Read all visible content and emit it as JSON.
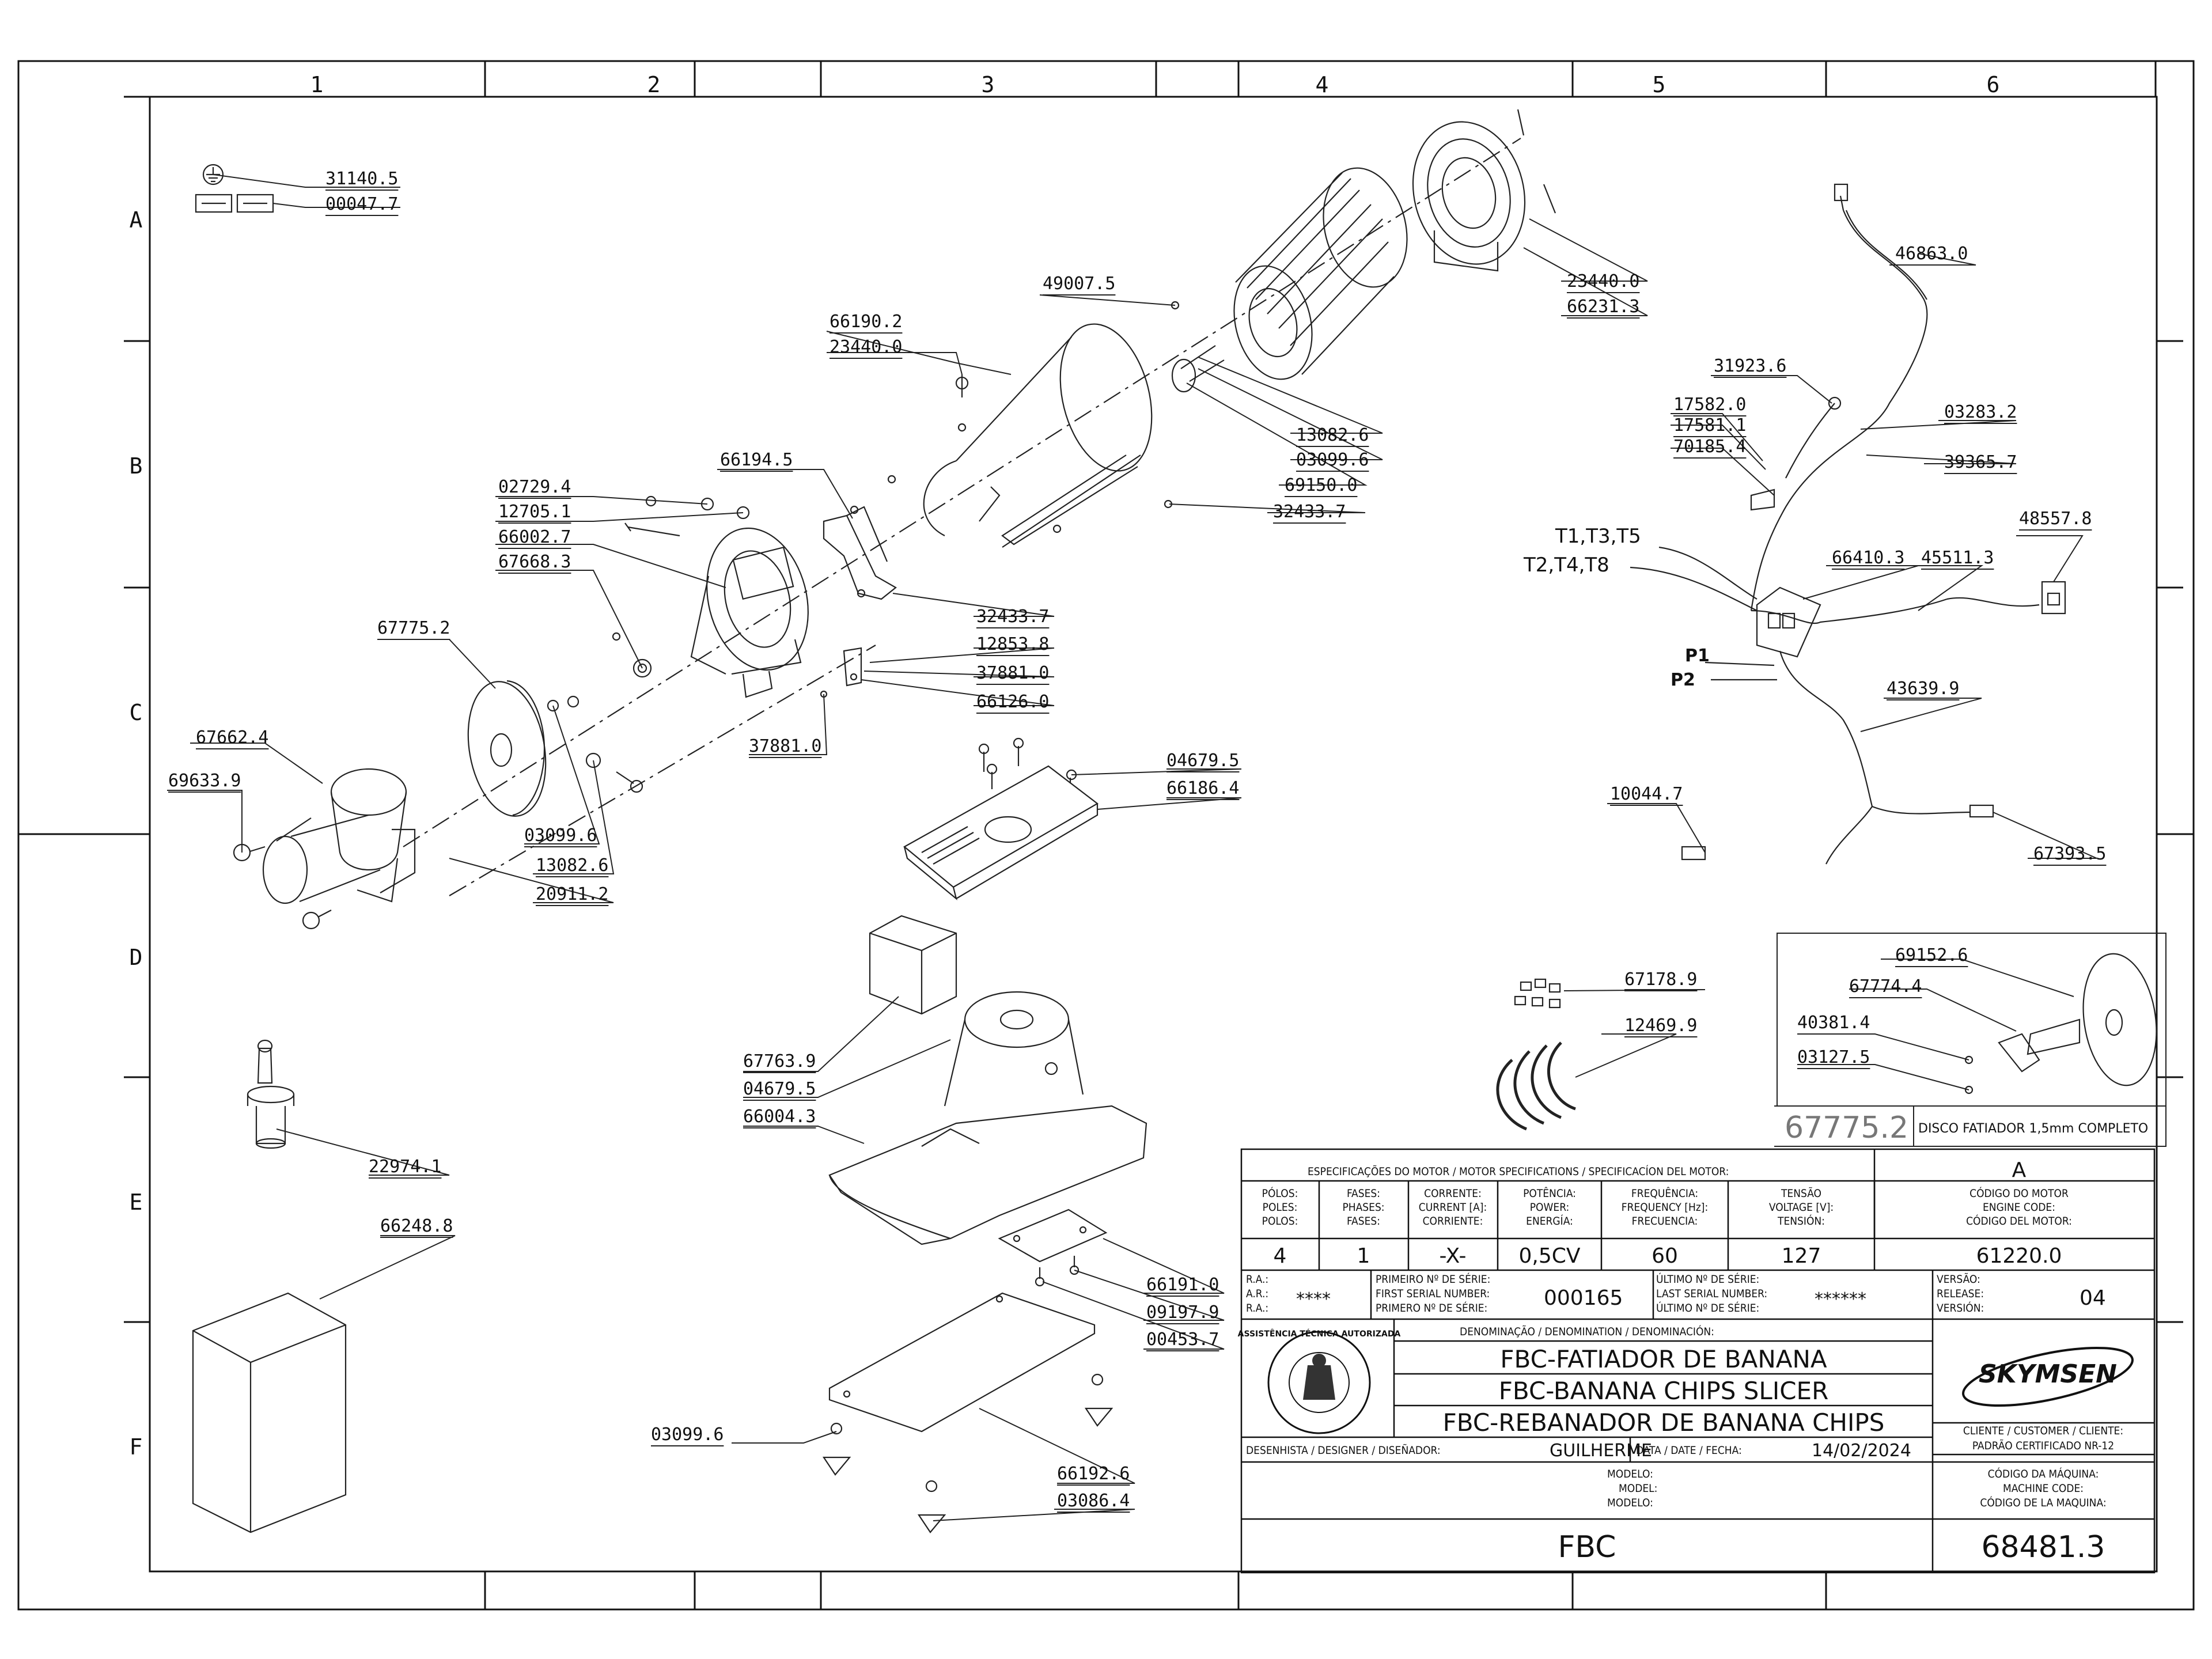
{
  "grid": {
    "columns": [
      "1",
      "2",
      "3",
      "4",
      "5",
      "6"
    ],
    "rows": [
      "A",
      "B",
      "C",
      "D",
      "E",
      "F"
    ]
  },
  "parts": [
    "31140.5",
    "00047.7",
    "66190.2",
    "23440.0",
    "49007.5",
    "23440.0",
    "66231.3",
    "46863.0",
    "66194.5",
    "13082.6",
    "03099.6",
    "69150.0",
    "32433.7",
    "31923.6",
    "17582.0",
    "17581.1",
    "70185.4",
    "03283.2",
    "39365.7",
    "02729.4",
    "12705.1",
    "66002.7",
    "67668.3",
    "32433.7",
    "12853.8",
    "37881.0",
    "66126.0",
    "37881.0",
    "67775.2",
    "67662.4",
    "69633.9",
    "03099.6",
    "13082.6",
    "20911.2",
    "48557.8",
    "66410.3",
    "45511.3",
    "43639.9",
    "04679.5",
    "66186.4",
    "10044.7",
    "67393.5",
    "69152.6",
    "67774.4",
    "40381.4",
    "03127.5",
    "67178.9",
    "12469.9",
    "67763.9",
    "04679.5",
    "66004.3",
    "22974.1",
    "66248.8",
    "66191.0",
    "09197.9",
    "00453.7",
    "03099.6",
    "66192.6",
    "03086.4"
  ],
  "wiring": {
    "t135": "T1,T3,T5",
    "t248": "T2,T4,T8",
    "p1": "P1",
    "p2": "P2"
  },
  "inset": {
    "code": "67775.2",
    "desc": "DISCO FATIADOR 1,5mm COMPLETO"
  },
  "title_block": {
    "spec_header": "ESPECIFICAÇÕES DO MOTOR / MOTOR SPECIFICATIONS / SPECIFICACÍON DEL MOTOR:",
    "rev_letter": "A",
    "h_polos": [
      "PÓLOS:",
      "POLES:",
      "POLOS:"
    ],
    "h_fases": [
      "FASES:",
      "PHASES:",
      "FASES:"
    ],
    "h_corrente": [
      "CORRENTE:",
      "CURRENT [A]:",
      "CORRIENTE:"
    ],
    "h_potencia": [
      "POTÊNCIA:",
      "POWER:",
      "ENERGÍA:"
    ],
    "h_freq": [
      "FREQUÊNCIA:",
      "FREQUENCY [Hz]:",
      "FRECUENCIA:"
    ],
    "h_tensao": [
      "TENSÃO",
      "VOLTAGE [V]:",
      "TENSIÓN:"
    ],
    "h_codigo_motor": [
      "CÓDIGO DO MOTOR",
      "ENGINE CODE:",
      "CÓDIGO DEL MOTOR:"
    ],
    "polos": "4",
    "fases": "1",
    "corrente": "-X-",
    "potencia": "0,5CV",
    "freq": "60",
    "tensao": "127",
    "codigo_motor": "61220.0",
    "ra_labels": [
      "R.A.:",
      "A.R.:",
      "R.A.:"
    ],
    "ra_value": "****",
    "first_serial_labels": [
      "PRIMEIRO Nº DE SÉRIE:",
      "FIRST SERIAL NUMBER:",
      "PRIMERO Nº DE SÉRIE:"
    ],
    "first_serial": "000165",
    "last_serial_labels": [
      "ÚLTIMO Nº DE SÉRIE:",
      "LAST SERIAL NUMBER:",
      "ÚLTIMO Nº DE SÉRIE:"
    ],
    "last_serial": "******",
    "version_labels": [
      "VERSÃO:",
      "RELEASE:",
      "VERSIÓN:"
    ],
    "version": "04",
    "denominacao_label": "DENOMINAÇÃO / DENOMINATION / DENOMINACIÓN:",
    "names": [
      "FBC-FATIADOR DE BANANA",
      "FBC-BANANA CHIPS SLICER",
      "FBC-REBANADOR DE BANANA CHIPS"
    ],
    "seal_text": "ASSISTÊNCIA TÉCNICA AUTORIZADA",
    "brand": "SKYMSEN",
    "client_label": "CLIENTE / CUSTOMER / CLIENTE:",
    "client_value": "PADRÃO CERTIFICADO NR-12",
    "designer_label": "DESENHISTA / DESIGNER / DISEÑADOR:",
    "designer": "GUILHERME",
    "date_label": "DATA / DATE / FECHA:",
    "date": "14/02/2024",
    "model_labels": [
      "MODELO:",
      "MODEL:",
      "MODELO:"
    ],
    "machine_code_labels": [
      "CÓDIGO DA MÁQUINA:",
      "MACHINE CODE:",
      "CÓDIGO DE LA MAQUINA:"
    ],
    "model": "FBC",
    "machine_code": "68481.3"
  }
}
